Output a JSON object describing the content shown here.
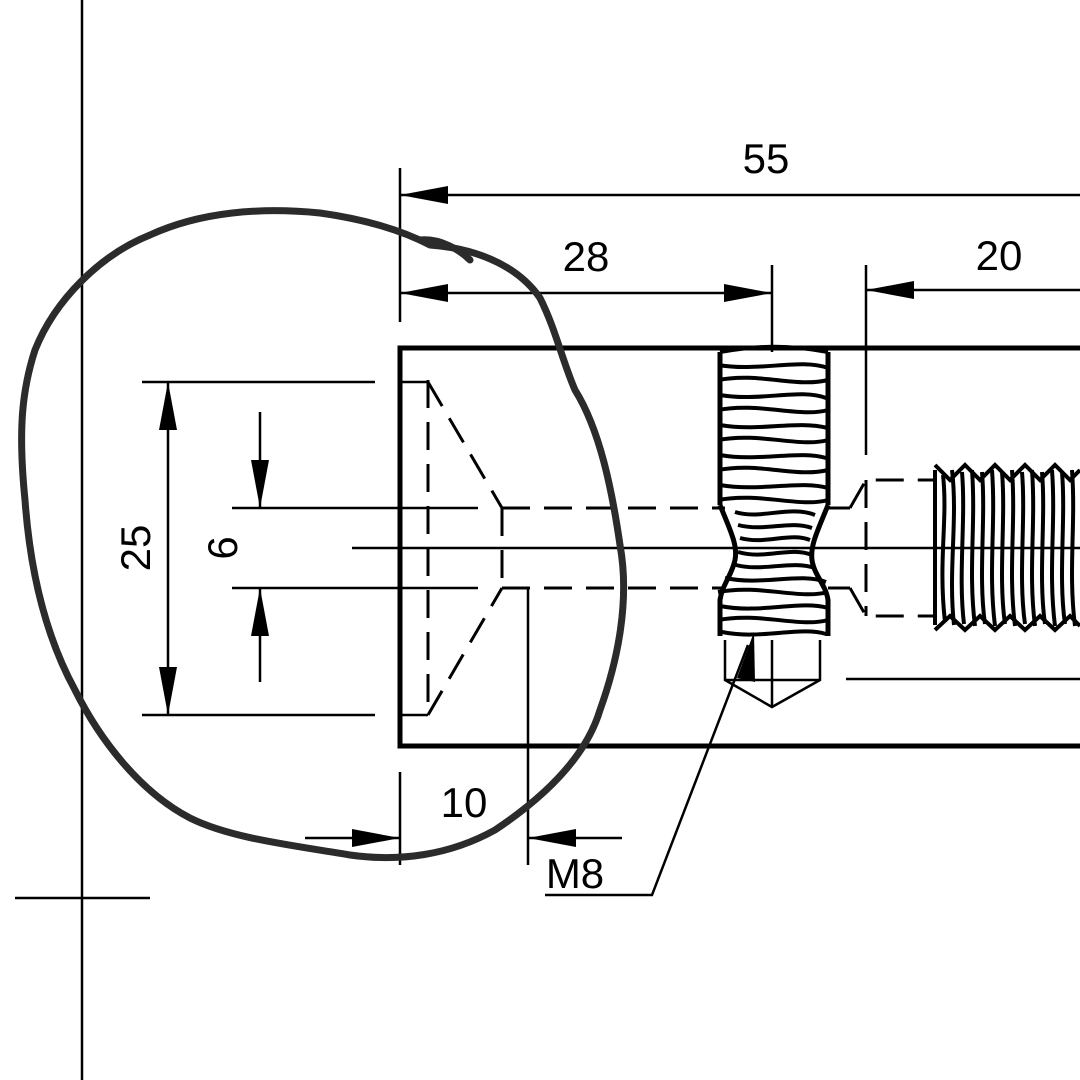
{
  "drawing": {
    "dimensions": {
      "overall_length": "55",
      "hole_offset": "28",
      "right_offset": "20",
      "head_diameter": "25",
      "shaft_diameter": "6",
      "head_depth": "10",
      "thread_callout": "M8"
    },
    "colors": {
      "line": "#000000",
      "markup_circle": "#2b2b2b",
      "background": "#ffffff"
    }
  }
}
